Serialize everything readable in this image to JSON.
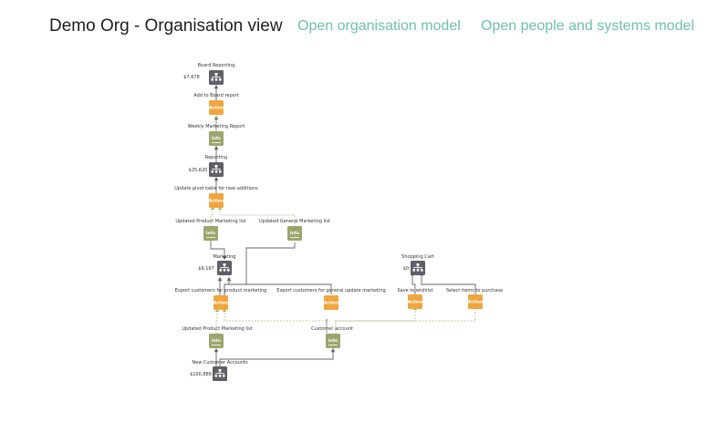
{
  "header": {
    "title": "Demo Org - Organisation view",
    "link_org_model": "Open organisation model",
    "link_people_systems": "Open people and systems model"
  },
  "colors": {
    "link": "#6fbfb0",
    "org_node": "#5f5f67",
    "action_node": "#f0a640",
    "info_node": "#9aa66c",
    "edge": "#666666",
    "dashed_edge": "#b5b98a"
  },
  "nodes": {
    "board_reporting": {
      "label": "Board Reporting",
      "value": "$7,678"
    },
    "add_to_board_report": {
      "label": "Add to Board report",
      "badge": "Action"
    },
    "weekly_marketing_report": {
      "label": "Weekly Marketing Report",
      "badge": "Info"
    },
    "reporting": {
      "label": "Reporting",
      "value": "$25,620"
    },
    "update_pivot": {
      "label": "Update pivot table for new additions",
      "badge": "Action"
    },
    "updated_product_marketing_list_top": {
      "label": "Updated Product Marketing list",
      "badge": "Info"
    },
    "updated_general_marketing_list": {
      "label": "Updated General Marketing list",
      "badge": "Info"
    },
    "marketing": {
      "label": "Marketing",
      "value": "$9,197"
    },
    "shopping_cart": {
      "label": "Shopping Cart",
      "value": "$0"
    },
    "export_product": {
      "label": "Export customers for product marketing",
      "badge": "Action"
    },
    "export_general": {
      "label": "Export customers for general update marketing",
      "badge": "Action"
    },
    "save_wishlist": {
      "label": "Save to wishlist",
      "badge": "Action"
    },
    "select_items": {
      "label": "Select items to purchase",
      "badge": "Action"
    },
    "updated_product_marketing_list_bottom": {
      "label": "Updated Product Marketing list",
      "badge": "Info"
    },
    "customer_account": {
      "label": "Customer account",
      "badge": "Info"
    },
    "new_customer_accounts": {
      "label": "New Customer Accounts",
      "value": "$100,888"
    }
  }
}
